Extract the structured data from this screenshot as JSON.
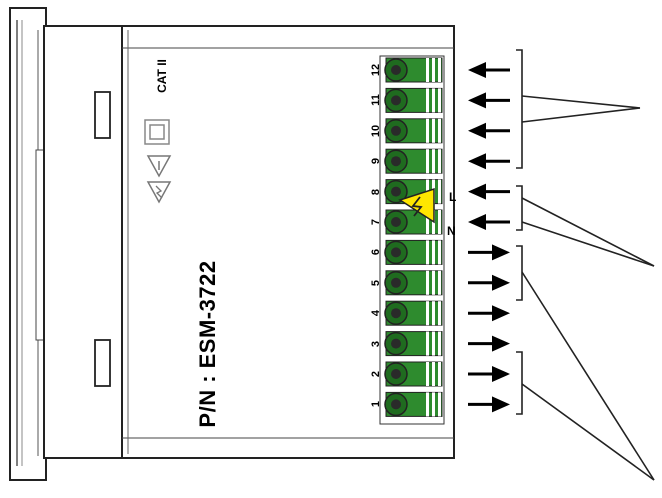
{
  "device": {
    "part_number": "P/N : ESM-3722",
    "category": "CAT II"
  },
  "terminals": [
    {
      "number": "1",
      "direction": "out"
    },
    {
      "number": "2",
      "direction": "out"
    },
    {
      "number": "3",
      "direction": "out"
    },
    {
      "number": "4",
      "direction": "out"
    },
    {
      "number": "5",
      "direction": "out"
    },
    {
      "number": "6",
      "direction": "out"
    },
    {
      "number": "7",
      "direction": "in"
    },
    {
      "number": "8",
      "direction": "in"
    },
    {
      "number": "9",
      "direction": "in"
    },
    {
      "number": "10",
      "direction": "in"
    },
    {
      "number": "11",
      "direction": "in"
    },
    {
      "number": "12",
      "direction": "in"
    }
  ],
  "supply": {
    "neutral_label": "N",
    "line_label": "L"
  },
  "colors": {
    "terminal_green": "#2e8b2e",
    "terminal_dark": "#1f6b1f",
    "warning_yellow": "#ffe600",
    "outline": "#222222",
    "body_fill": "#ffffff"
  }
}
